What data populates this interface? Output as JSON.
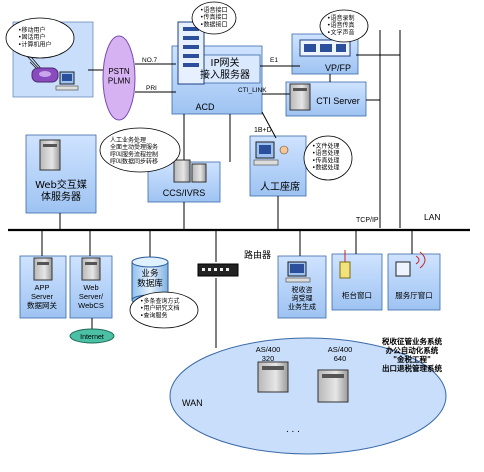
{
  "nodes": {
    "pstn": "PSTN\nPLMN",
    "ip_gateway": "IP网关\n接入服务器",
    "acd": "ACD",
    "vp_fp": "VP/FP",
    "cti_server": "CTI Server",
    "web_server": "Web交互媒\n体服务器",
    "ccs_ivrs": "CCS/IVRS",
    "agent_seat": "人工座席",
    "app_server": "APP\nServer\n数据网关",
    "web_server_webcs": "Web\nServer/\nWebCS",
    "internet": "Internet",
    "business_db": "业务\n数据库",
    "router": "路由器",
    "fax_control": "税收咨\n询受理\n业务生成",
    "counter_window": "柜台窗口",
    "service_window": "服务厅窗口",
    "as400_320": "AS/400\n320",
    "as400_640": "AS/400\n640"
  },
  "links": {
    "no7": "NO.7",
    "pri": "PRI",
    "e1": "E1",
    "cti_link": "CTI_LINK",
    "ib_d": "1B+D",
    "tcpip": "TCP/IP",
    "lan": "LAN",
    "wan": "WAN"
  },
  "callouts": {
    "users": "•移动用户\n•固话用户\n•计算机用户",
    "gateway_features": "•语音接口\n•传真接口\n•数据接口",
    "voice_features": "•语音录制\n•语音传真\n•文字声音",
    "ivr_features": "人工业务处理\n全面主动受理服务\n呼叫服务流程控制\n呼叫数据同步转移",
    "agent_features": "•文件处理\n•语音处理\n•传真处理\n•数据处理",
    "db_features": "•多条查询方式\n•用户研究文档\n•查询服务"
  },
  "wan_systems": "税收征管业务系统\n办公自动化系统\n\"金税工程\"\n出口退税管理系统",
  "ellipsis": ". . ."
}
